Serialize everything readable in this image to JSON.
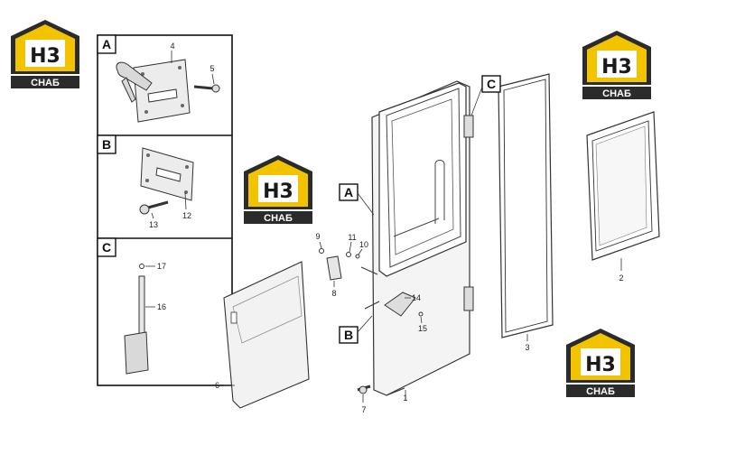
{
  "logo": {
    "mark": "H3",
    "label": "СНАБ",
    "color_accent": "#f2c400",
    "color_dark": "#2b2b2b"
  },
  "detail_boxes": [
    {
      "letter": "A",
      "callouts": [
        "4",
        "5"
      ]
    },
    {
      "letter": "B",
      "callouts": [
        "12",
        "13"
      ]
    },
    {
      "letter": "C",
      "callouts": [
        "17",
        "16"
      ]
    }
  ],
  "main_view": {
    "letter_labels": {
      "a": "A",
      "b": "B",
      "c": "C"
    },
    "callouts": {
      "p1": "1",
      "p2": "2",
      "p3": "3",
      "p6": "6",
      "p7": "7",
      "p8": "8",
      "p9": "9",
      "p10": "10",
      "p11": "11",
      "p14": "14",
      "p15": "15"
    }
  }
}
